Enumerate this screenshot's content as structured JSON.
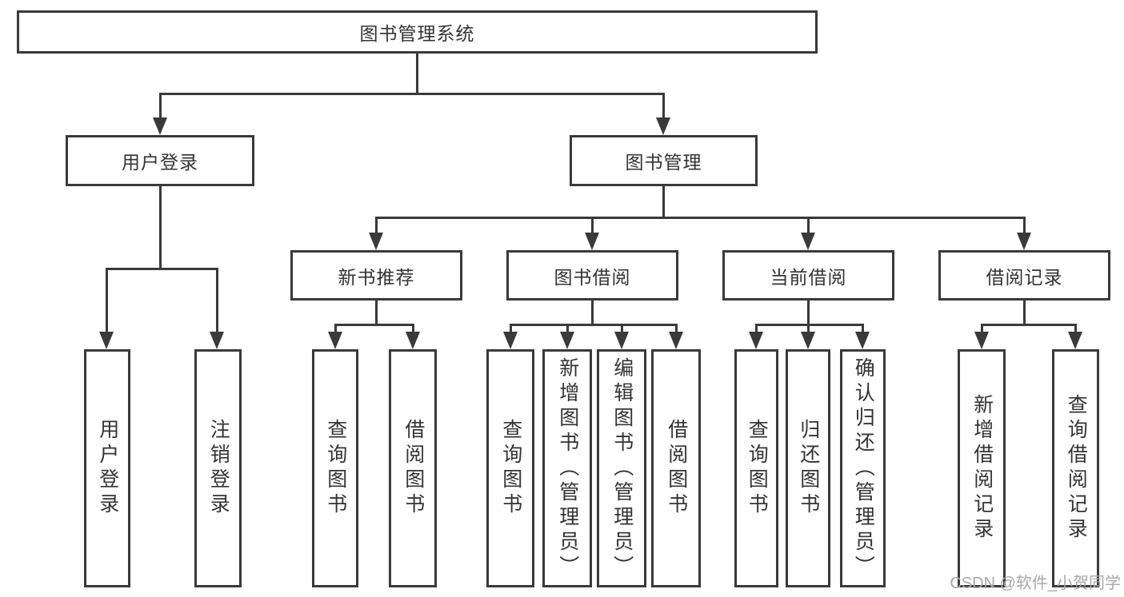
{
  "page": {
    "background": "#ffffff"
  },
  "colors": {
    "line": "#3a3a3a",
    "text": "#333333",
    "watermark": "#a8a8a8"
  },
  "watermark": {
    "text": "CSDN @软件_小贺同学"
  },
  "diagram": {
    "type": "hierarchy-tree",
    "root": {
      "label": "图书管理系统"
    },
    "level2": [
      {
        "label": "用户登录",
        "parent": "图书管理系统"
      },
      {
        "label": "图书管理",
        "parent": "图书管理系统"
      }
    ],
    "level3": [
      {
        "label": "新书推荐",
        "parent": "图书管理"
      },
      {
        "label": "图书借阅",
        "parent": "图书管理"
      },
      {
        "label": "当前借阅",
        "parent": "图书管理"
      },
      {
        "label": "借阅记录",
        "parent": "图书管理"
      }
    ],
    "leaves": [
      {
        "label": "用户登录",
        "parent": "用户登录"
      },
      {
        "label": "注销登录",
        "parent": "用户登录"
      },
      {
        "label": "查询图书",
        "parent": "新书推荐"
      },
      {
        "label": "借阅图书",
        "parent": "新书推荐"
      },
      {
        "label": "查询图书",
        "parent": "图书借阅"
      },
      {
        "label": "新增图书（管理员）",
        "parent": "图书借阅"
      },
      {
        "label": "编辑图书（管理员）",
        "parent": "图书借阅"
      },
      {
        "label": "借阅图书",
        "parent": "图书借阅"
      },
      {
        "label": "查询图书",
        "parent": "当前借阅"
      },
      {
        "label": "归还图书",
        "parent": "当前借阅"
      },
      {
        "label": "确认归还（管理员）",
        "parent": "当前借阅"
      },
      {
        "label": "新增借阅记录",
        "parent": "借阅记录"
      },
      {
        "label": "查询借阅记录",
        "parent": "借阅记录"
      }
    ]
  }
}
